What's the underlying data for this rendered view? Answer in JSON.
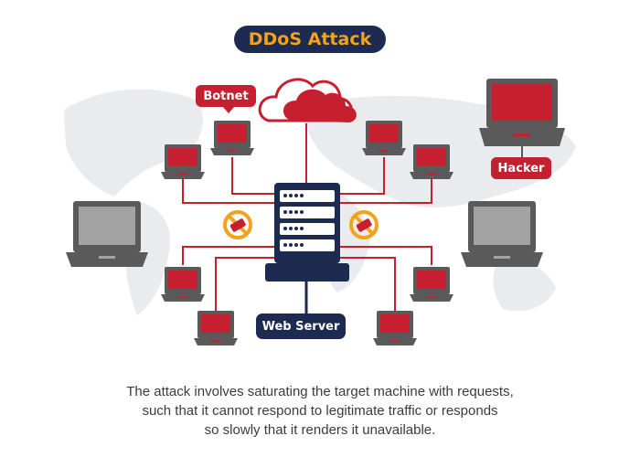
{
  "title": "DDoS Attack",
  "labels": {
    "botnet": "Botnet",
    "hacker": "Hacker",
    "web_server": "Web Server"
  },
  "caption": {
    "line1": "The attack involves saturating the target machine with requests,",
    "line2": "such that it cannot respond to legitimate traffic or responds",
    "line3": "so slowly that it renders it unavailable."
  },
  "colors": {
    "navy": "#1d2b50",
    "red": "#c62030",
    "orange": "#f3a21c",
    "gray": "#5a5a5a",
    "map": "#e9ebee"
  },
  "icons": [
    "cloud-icon",
    "server-icon",
    "laptop-icon",
    "blocked-sign-icon",
    "world-map"
  ]
}
